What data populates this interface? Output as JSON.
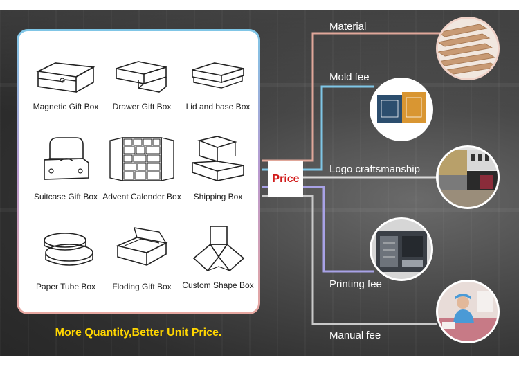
{
  "products": [
    {
      "label": "Magnetic Gift Box",
      "icon": "magnetic-gift-box-icon"
    },
    {
      "label": "Drawer Gift Box",
      "icon": "drawer-gift-box-icon"
    },
    {
      "label": "Lid and base Box",
      "icon": "lid-and-base-box-icon"
    },
    {
      "label": "Suitcase Gift Box",
      "icon": "suitcase-gift-box-icon"
    },
    {
      "label": "Advent Calender Box",
      "icon": "advent-calendar-box-icon"
    },
    {
      "label": "Shipping Box",
      "icon": "shipping-box-icon"
    },
    {
      "label": "Paper Tube Box",
      "icon": "paper-tube-box-icon"
    },
    {
      "label": "Floding Gift Box",
      "icon": "folding-gift-box-icon"
    },
    {
      "label": "Custom Shape Box",
      "icon": "custom-shape-box-icon"
    }
  ],
  "tagline": "More Quantity,Better Unit Price.",
  "price_label": "Price",
  "factors": [
    {
      "label": "Material",
      "color": "#e0a79a",
      "image": "cardboard-layers-photo"
    },
    {
      "label": "Mold fee",
      "color": "#7fc6e6",
      "image": "box-die-line-photo"
    },
    {
      "label": "Logo craftsmanship",
      "color": "#d8d8d8",
      "image": "logo-foil-samples-photo"
    },
    {
      "label": "Printing fee",
      "color": "#a8a2e6",
      "image": "printing-machine-photo"
    },
    {
      "label": "Manual fee",
      "color": "#c9c9c9",
      "image": "factory-worker-photo"
    }
  ],
  "colors": {
    "tagline": "#ffd600",
    "price_text": "#d11a1a",
    "card_border_top": "#7fc6e6",
    "card_border_bottom": "#e7a7a0"
  }
}
